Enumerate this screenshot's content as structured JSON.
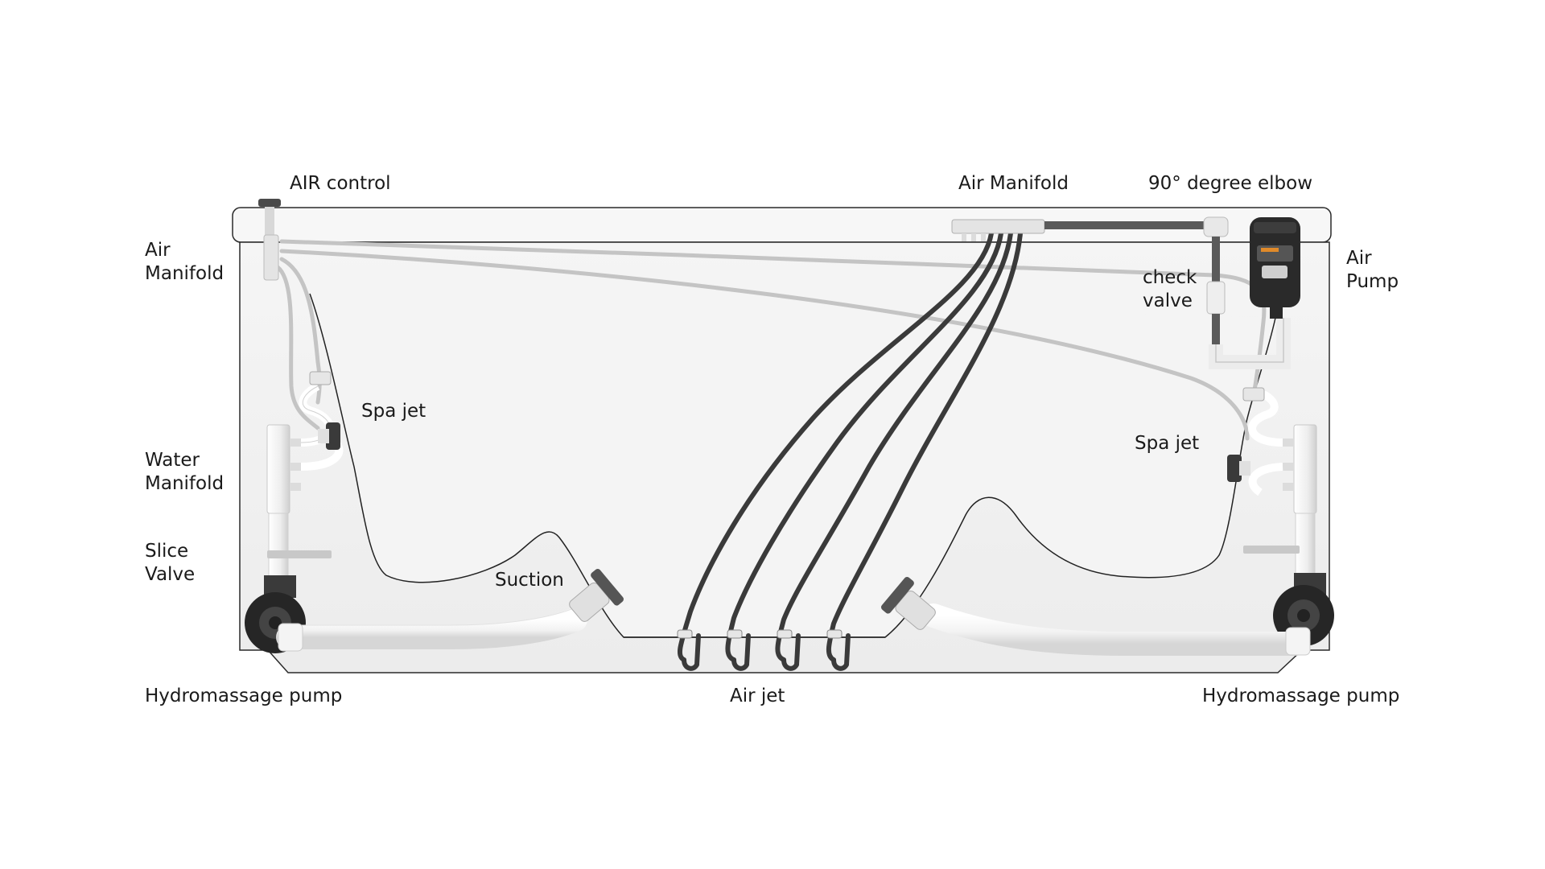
{
  "labels": {
    "air_control": "AIR control",
    "air_manifold_left": [
      "Air",
      "Manifold"
    ],
    "spa_jet_left": "Spa jet",
    "water_manifold": [
      "Water",
      "Manifold"
    ],
    "slice_valve": [
      "Slice",
      "Valve"
    ],
    "suction": "Suction",
    "hydromassage_pump_left": "Hydromassage pump",
    "air_jet": "Air jet",
    "air_manifold_top": "Air Manifold",
    "elbow": "90° degree elbow",
    "air_pump": [
      "Air",
      "Pump"
    ],
    "check_valve": [
      "check",
      "valve"
    ],
    "spa_jet_right": "Spa jet",
    "hydromassage_pump_right": "Hydromassage pump"
  },
  "colors": {
    "tub_fill": "#f3f3f3",
    "tub_stroke": "#222222",
    "air_hose_light": "#c4c4c4",
    "air_hose_dark": "#3a3a3a",
    "pipe_white": "#ffffff",
    "pump_black": "#262626"
  },
  "icons": {
    "pump": "hydromassage-pump-icon",
    "blower": "air-pump-icon",
    "jet": "spa-jet-icon"
  }
}
